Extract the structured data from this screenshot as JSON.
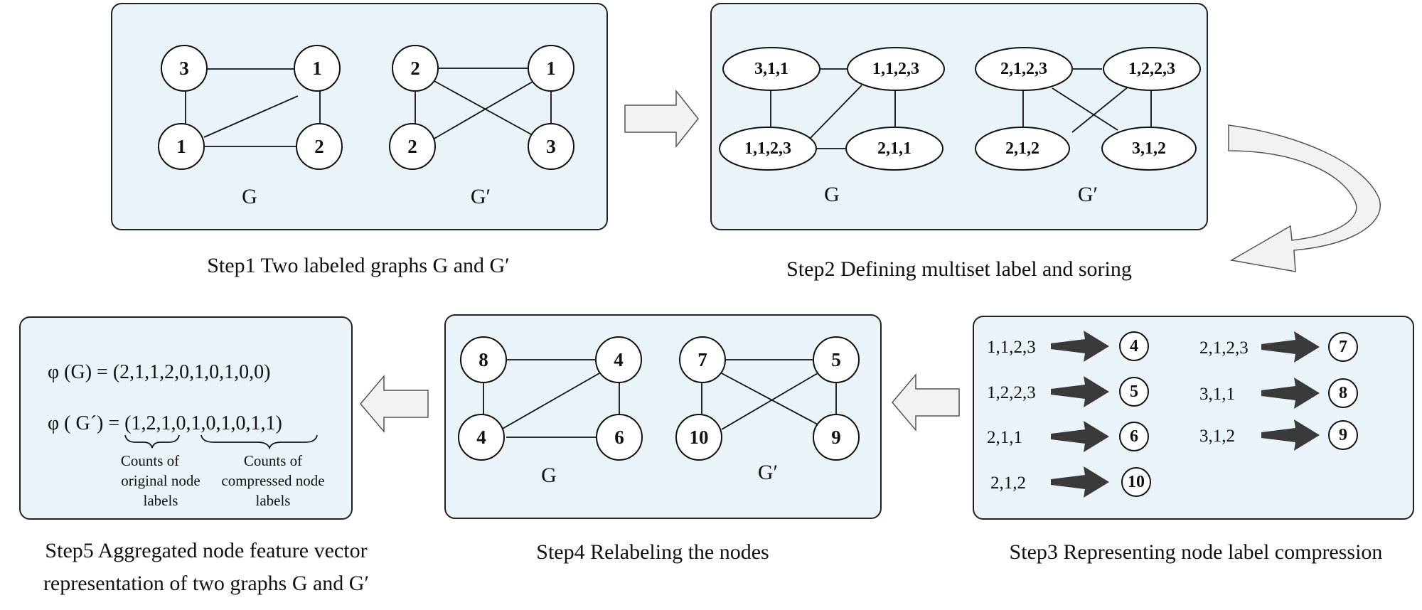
{
  "step1": {
    "caption": "Step1  Two labeled graphs G and G′",
    "graph_g": {
      "name": "G",
      "nodes": [
        "3",
        "1",
        "1",
        "2"
      ]
    },
    "graph_g_prime": {
      "name": "G′",
      "nodes": [
        "2",
        "1",
        "2",
        "3"
      ]
    }
  },
  "step2": {
    "caption": "Step2  Defining multiset label and soring",
    "graph_g": {
      "name": "G",
      "nodes": [
        "3,1,1",
        "1,1,2,3",
        "1,1,2,3",
        "2,1,1"
      ]
    },
    "graph_g_prime": {
      "name": "G′",
      "nodes": [
        "2,1,2,3",
        "1,2,2,3",
        "2,1,2",
        "3,1,2"
      ]
    }
  },
  "step3": {
    "caption": "Step3  Representing node label compression",
    "mappings": [
      {
        "from": "1,1,2,3",
        "to": "4"
      },
      {
        "from": "1,2,2,3",
        "to": "5"
      },
      {
        "from": "2,1,1",
        "to": "6"
      },
      {
        "from": "2,1,2",
        "to": "10"
      },
      {
        "from": "2,1,2,3",
        "to": "7"
      },
      {
        "from": "3,1,1",
        "to": "8"
      },
      {
        "from": "3,1,2",
        "to": "9"
      }
    ]
  },
  "step4": {
    "caption": "Step4  Relabeling the nodes",
    "graph_g": {
      "name": "G",
      "nodes": [
        "8",
        "4",
        "4",
        "6"
      ]
    },
    "graph_g_prime": {
      "name": "G′",
      "nodes": [
        "7",
        "5",
        "10",
        "9"
      ]
    }
  },
  "step5": {
    "caption_line1": "Step5  Aggregated node feature vector",
    "caption_line2": "representation of two graphs G and G′",
    "vector_g": "φ (G) = (2,1,1,2,0,1,0,1,0,0)",
    "vector_g_prime": "φ ( G´) = (1,2,1,0,1,0,1,0,1,1)",
    "note_original": [
      "Counts of",
      "original node",
      "labels"
    ],
    "note_compressed": [
      "Counts of",
      "compressed node",
      "labels"
    ]
  }
}
